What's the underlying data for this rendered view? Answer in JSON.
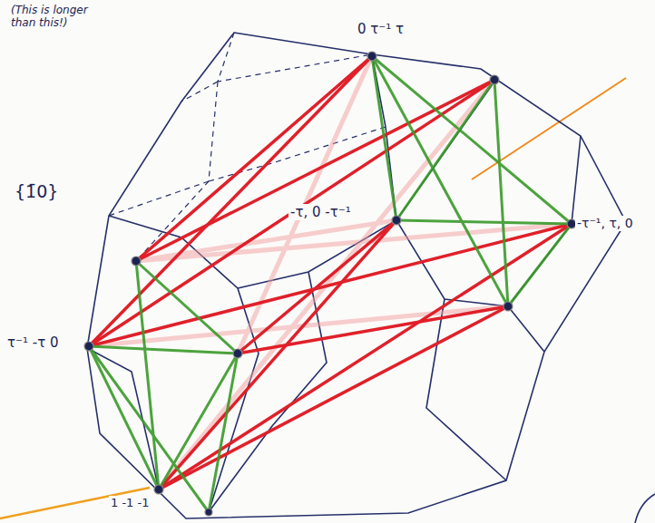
{
  "diagram": {
    "labels": [
      "(This is longer than this!)",
      "{1̄0}",
      "0 τ⁻¹ τ",
      "-τ, 0 -τ⁻¹",
      "-τ⁻¹, τ, 0",
      "τ⁻¹ -τ 0",
      "1 -1 -1"
    ]
  }
}
